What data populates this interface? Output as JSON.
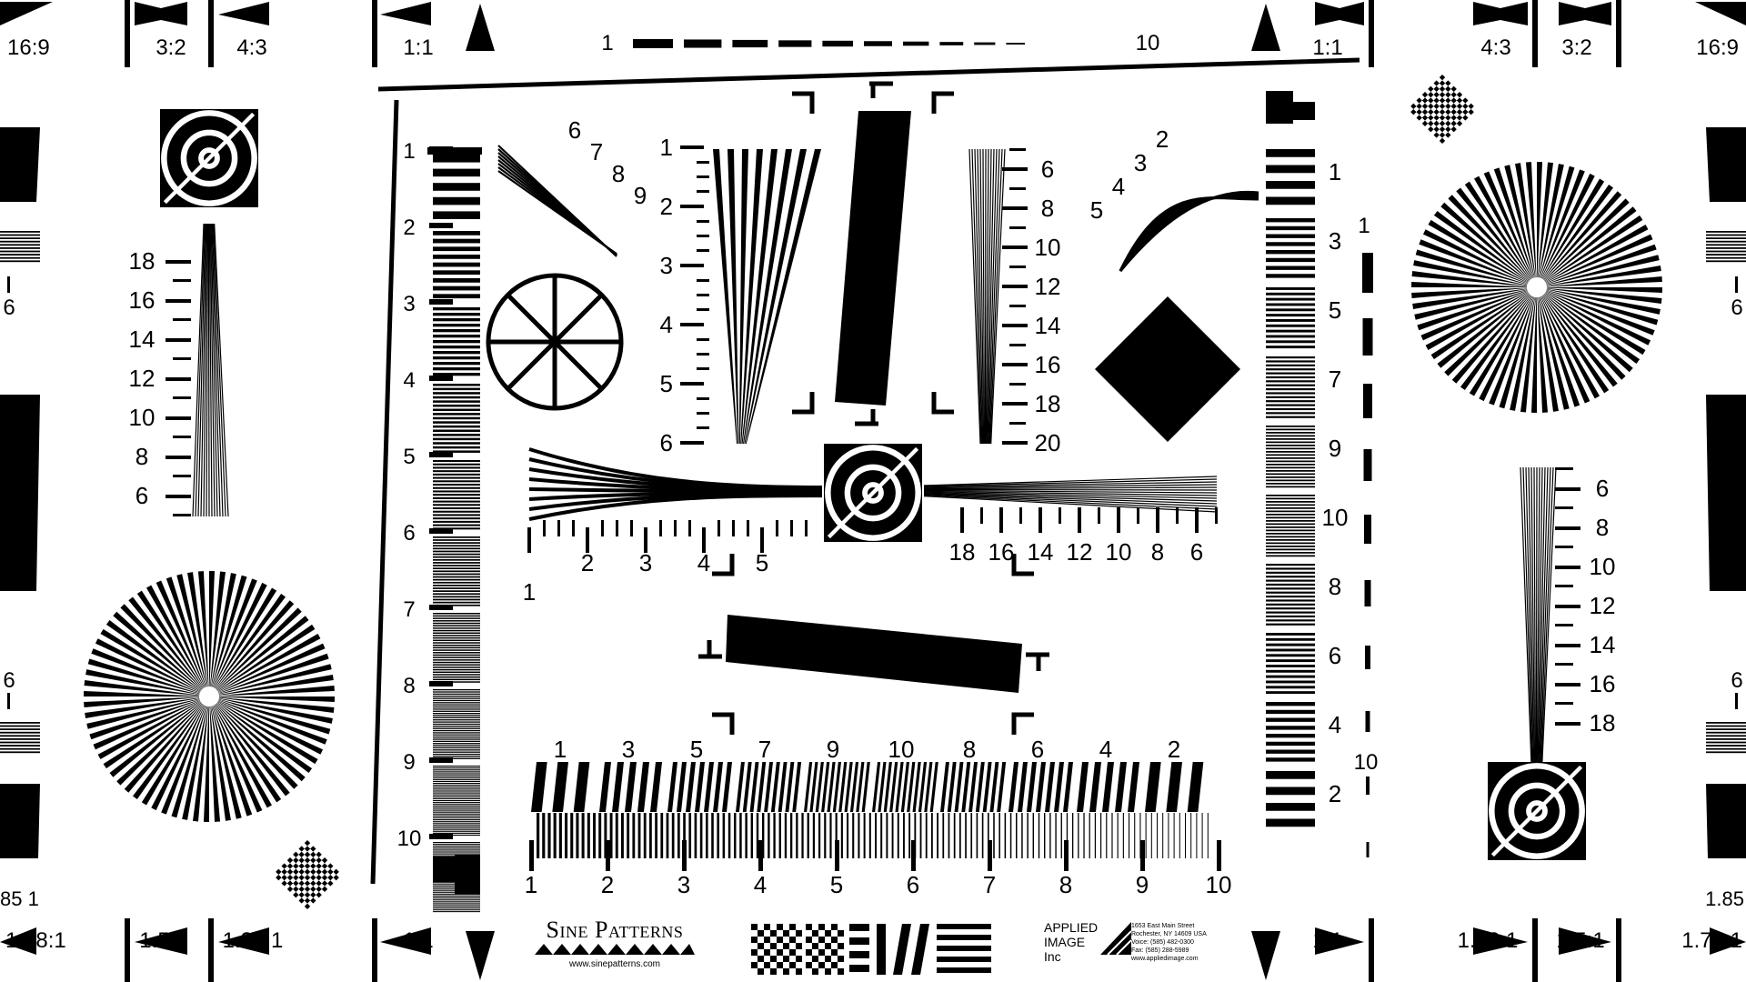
{
  "top_ratio_labels": {
    "left": [
      "16:9",
      "3:2",
      "4:3",
      "1:1"
    ],
    "right": [
      "1:1",
      "4:3",
      "3:2",
      "16:9"
    ]
  },
  "bottom_ratio_labels": {
    "left": [
      "1.78:1",
      "1.5:1",
      "1.33:1",
      "1:1"
    ],
    "right": [
      "1:1",
      "1.33:1",
      "1.5:1",
      "1.78:1"
    ]
  },
  "edge_labels": {
    "left_side_185": "85 1",
    "right_side_185": "1.85",
    "left_six_top": "6",
    "left_six_bottom": "6",
    "right_six_top": "6",
    "right_six_bottom": "6"
  },
  "top_scale": {
    "start": "1",
    "end": "10"
  },
  "left_vertical_scale": [
    "1",
    "2",
    "3",
    "4",
    "5",
    "6",
    "7",
    "8",
    "9",
    "10"
  ],
  "bottom_horizontal_scale": [
    "1",
    "2",
    "3",
    "4",
    "5",
    "6",
    "7",
    "8",
    "9",
    "10"
  ],
  "bottom_wedge_labels": [
    "1",
    "3",
    "5",
    "7",
    "9",
    "10",
    "8",
    "6",
    "4",
    "2"
  ],
  "left_wedge_ticks": [
    "18",
    "16",
    "14",
    "12",
    "10",
    "8",
    "6"
  ],
  "right_wedge_ticks": [
    "6",
    "8",
    "10",
    "12",
    "14",
    "16",
    "18"
  ],
  "center_left_wedge": [
    "1",
    "2",
    "3",
    "4",
    "5",
    "6"
  ],
  "center_right_wedge": [
    "6",
    "8",
    "10",
    "12",
    "14",
    "16",
    "18",
    "20"
  ],
  "center_horizontal_left": [
    "1",
    "2",
    "3",
    "4",
    "5"
  ],
  "center_horizontal_right": [
    "18",
    "16",
    "14",
    "12",
    "10",
    "8",
    "6"
  ],
  "diag_left_wedge": [
    "6",
    "7",
    "8",
    "9"
  ],
  "diag_right_wedge": [
    "2",
    "3",
    "4",
    "5"
  ],
  "right_vertical_labels": [
    "1",
    "3",
    "5",
    "7",
    "9",
    "10",
    "8",
    "6",
    "4",
    "2"
  ],
  "right_dash_labels": {
    "top": "1",
    "bottom": "10"
  },
  "footer": {
    "sine_title": "Sine Patterns",
    "sine_url": "www.sinepatterns.com",
    "applied_name_1": "APPLIED",
    "applied_name_2": "IMAGE",
    "applied_name_3": "Inc",
    "addr_1": "1653 East Main Street",
    "addr_2": "Rochester, NY 14609 USA",
    "addr_3": "Voice: (585) 482-0300",
    "addr_4": "Fax: (585) 288-5989",
    "addr_5": "www.appliedimage.com"
  }
}
